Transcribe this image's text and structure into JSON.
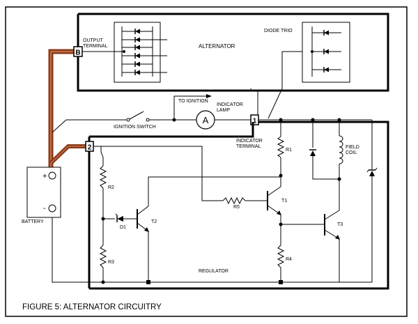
{
  "diagram": {
    "caption": "FIGURE 5: ALTERNATOR CIRCUITRY",
    "labels": {
      "output_terminal_1": "OUTPUT",
      "output_terminal_2": "TERMINAL",
      "alternator": "ALTERNATOR",
      "diode_trio": "DIODE TRIO",
      "to_ignition": "TO IGNITION",
      "indicator_lamp_1": "INDICATOR",
      "indicator_lamp_2": "LAMP",
      "ignition_switch": "IGNITION SWITCH",
      "indicator_terminal_1": "INDICATOR",
      "indicator_terminal_2": "TERMINAL",
      "battery": "BATTERY",
      "regulator": "REGULATOR",
      "field_coil_1": "FIELD",
      "field_coil_2": "COIL"
    },
    "terminals": {
      "b": "B",
      "one": "1",
      "two": "2"
    },
    "meter": "A",
    "battery_plus": "+",
    "battery_minus": "-",
    "components": {
      "r1": "R1",
      "r2": "R2",
      "r3": "R3",
      "r4": "R4",
      "r5": "R5",
      "t1": "T1",
      "t2": "T2",
      "t3": "T3",
      "d1": "D1"
    },
    "colors": {
      "wire": "#000000",
      "battery_cable": "#8b3a1a",
      "cable_highlight": "#c0724a",
      "background": "#ffffff"
    }
  }
}
